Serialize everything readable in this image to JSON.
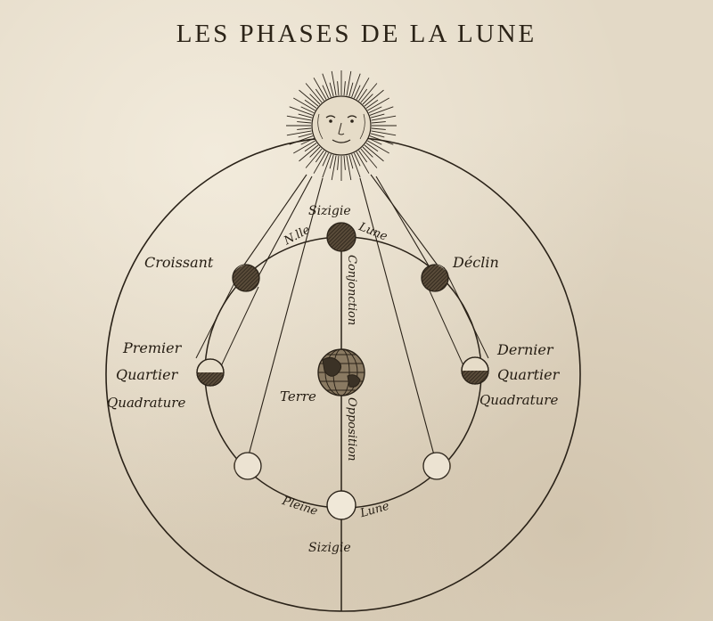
{
  "title": "LES PHASES DE LA LUNE",
  "labels": {
    "sizigie_top": "Sizigie",
    "nlle": "N.lle",
    "lune_top": "Lune",
    "croissant": "Croissant",
    "declin": "Déclin",
    "premier": "Premier",
    "quartier_left": "Quartier",
    "quadrature_left": "Quadrature",
    "dernier": "Dernier",
    "quartier_right": "Quartier",
    "quadrature_right": "Quadrature",
    "conjonction": "Conjonction",
    "opposition": "Opposition",
    "terre": "Terre",
    "pleine": "Pleine",
    "lune_bottom": "Lune",
    "sizigie_bottom": "Sizigie"
  },
  "colors": {
    "ink": "#2a2218",
    "dark_fill": "#3b3226",
    "paper": "#e3d9c6"
  },
  "icons": {
    "sun": "sun-face-icon",
    "earth": "globe-icon"
  }
}
